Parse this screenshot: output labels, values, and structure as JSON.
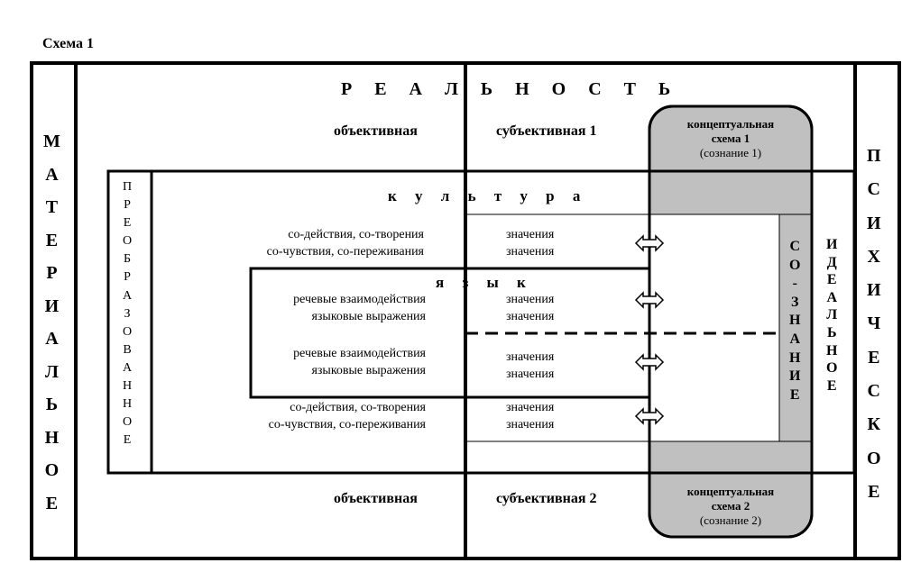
{
  "title": "Схема 1",
  "left_column": "МАТЕРИАЛЬНОЕ",
  "right_column": "ПСИХИЧЕСКОЕ",
  "transformed": "ПРЕОБРАЗОВАННОЕ",
  "ideal": "ИДЕАЛЬНОЕ",
  "consciousness_band": [
    "С",
    "О",
    "-",
    "З",
    "Н",
    "А",
    "Н",
    "И",
    "Е"
  ],
  "reality": {
    "heading": "Р Е А Л Ь Н О С Т Ь",
    "top_objective": "объективная",
    "top_subjective": "субъективная 1",
    "bottom_objective": "объективная",
    "bottom_subjective": "субъективная 2"
  },
  "culture": {
    "heading": "к у л ь т у р а",
    "upper": {
      "left": [
        "со-действия, со-творения",
        "со-чувствия, со-переживания"
      ],
      "right": [
        "значения",
        "значения"
      ]
    },
    "lower": {
      "left": [
        "со-действия, со-творения",
        "со-чувствия, со-переживания"
      ],
      "right": [
        "значения",
        "значения"
      ]
    }
  },
  "language": {
    "heading": "я з ы к",
    "upper": {
      "left": [
        "речевые взаимодействия",
        "языковые выражения"
      ],
      "right": [
        "значения",
        "значения"
      ]
    },
    "lower": {
      "left": [
        "речевые взаимодействия",
        "языковые выражения"
      ],
      "right": [
        "значения",
        "значения"
      ]
    }
  },
  "concept_top": {
    "line1": "концептуальная",
    "line2": "схема 1",
    "line3": "(сознание 1)"
  },
  "concept_bottom": {
    "line1": "концептуальная",
    "line2": "схема 2",
    "line3": "(сознание 2)"
  },
  "colors": {
    "line": "#000000",
    "fill": "#c0c0c0",
    "background": "#ffffff"
  }
}
